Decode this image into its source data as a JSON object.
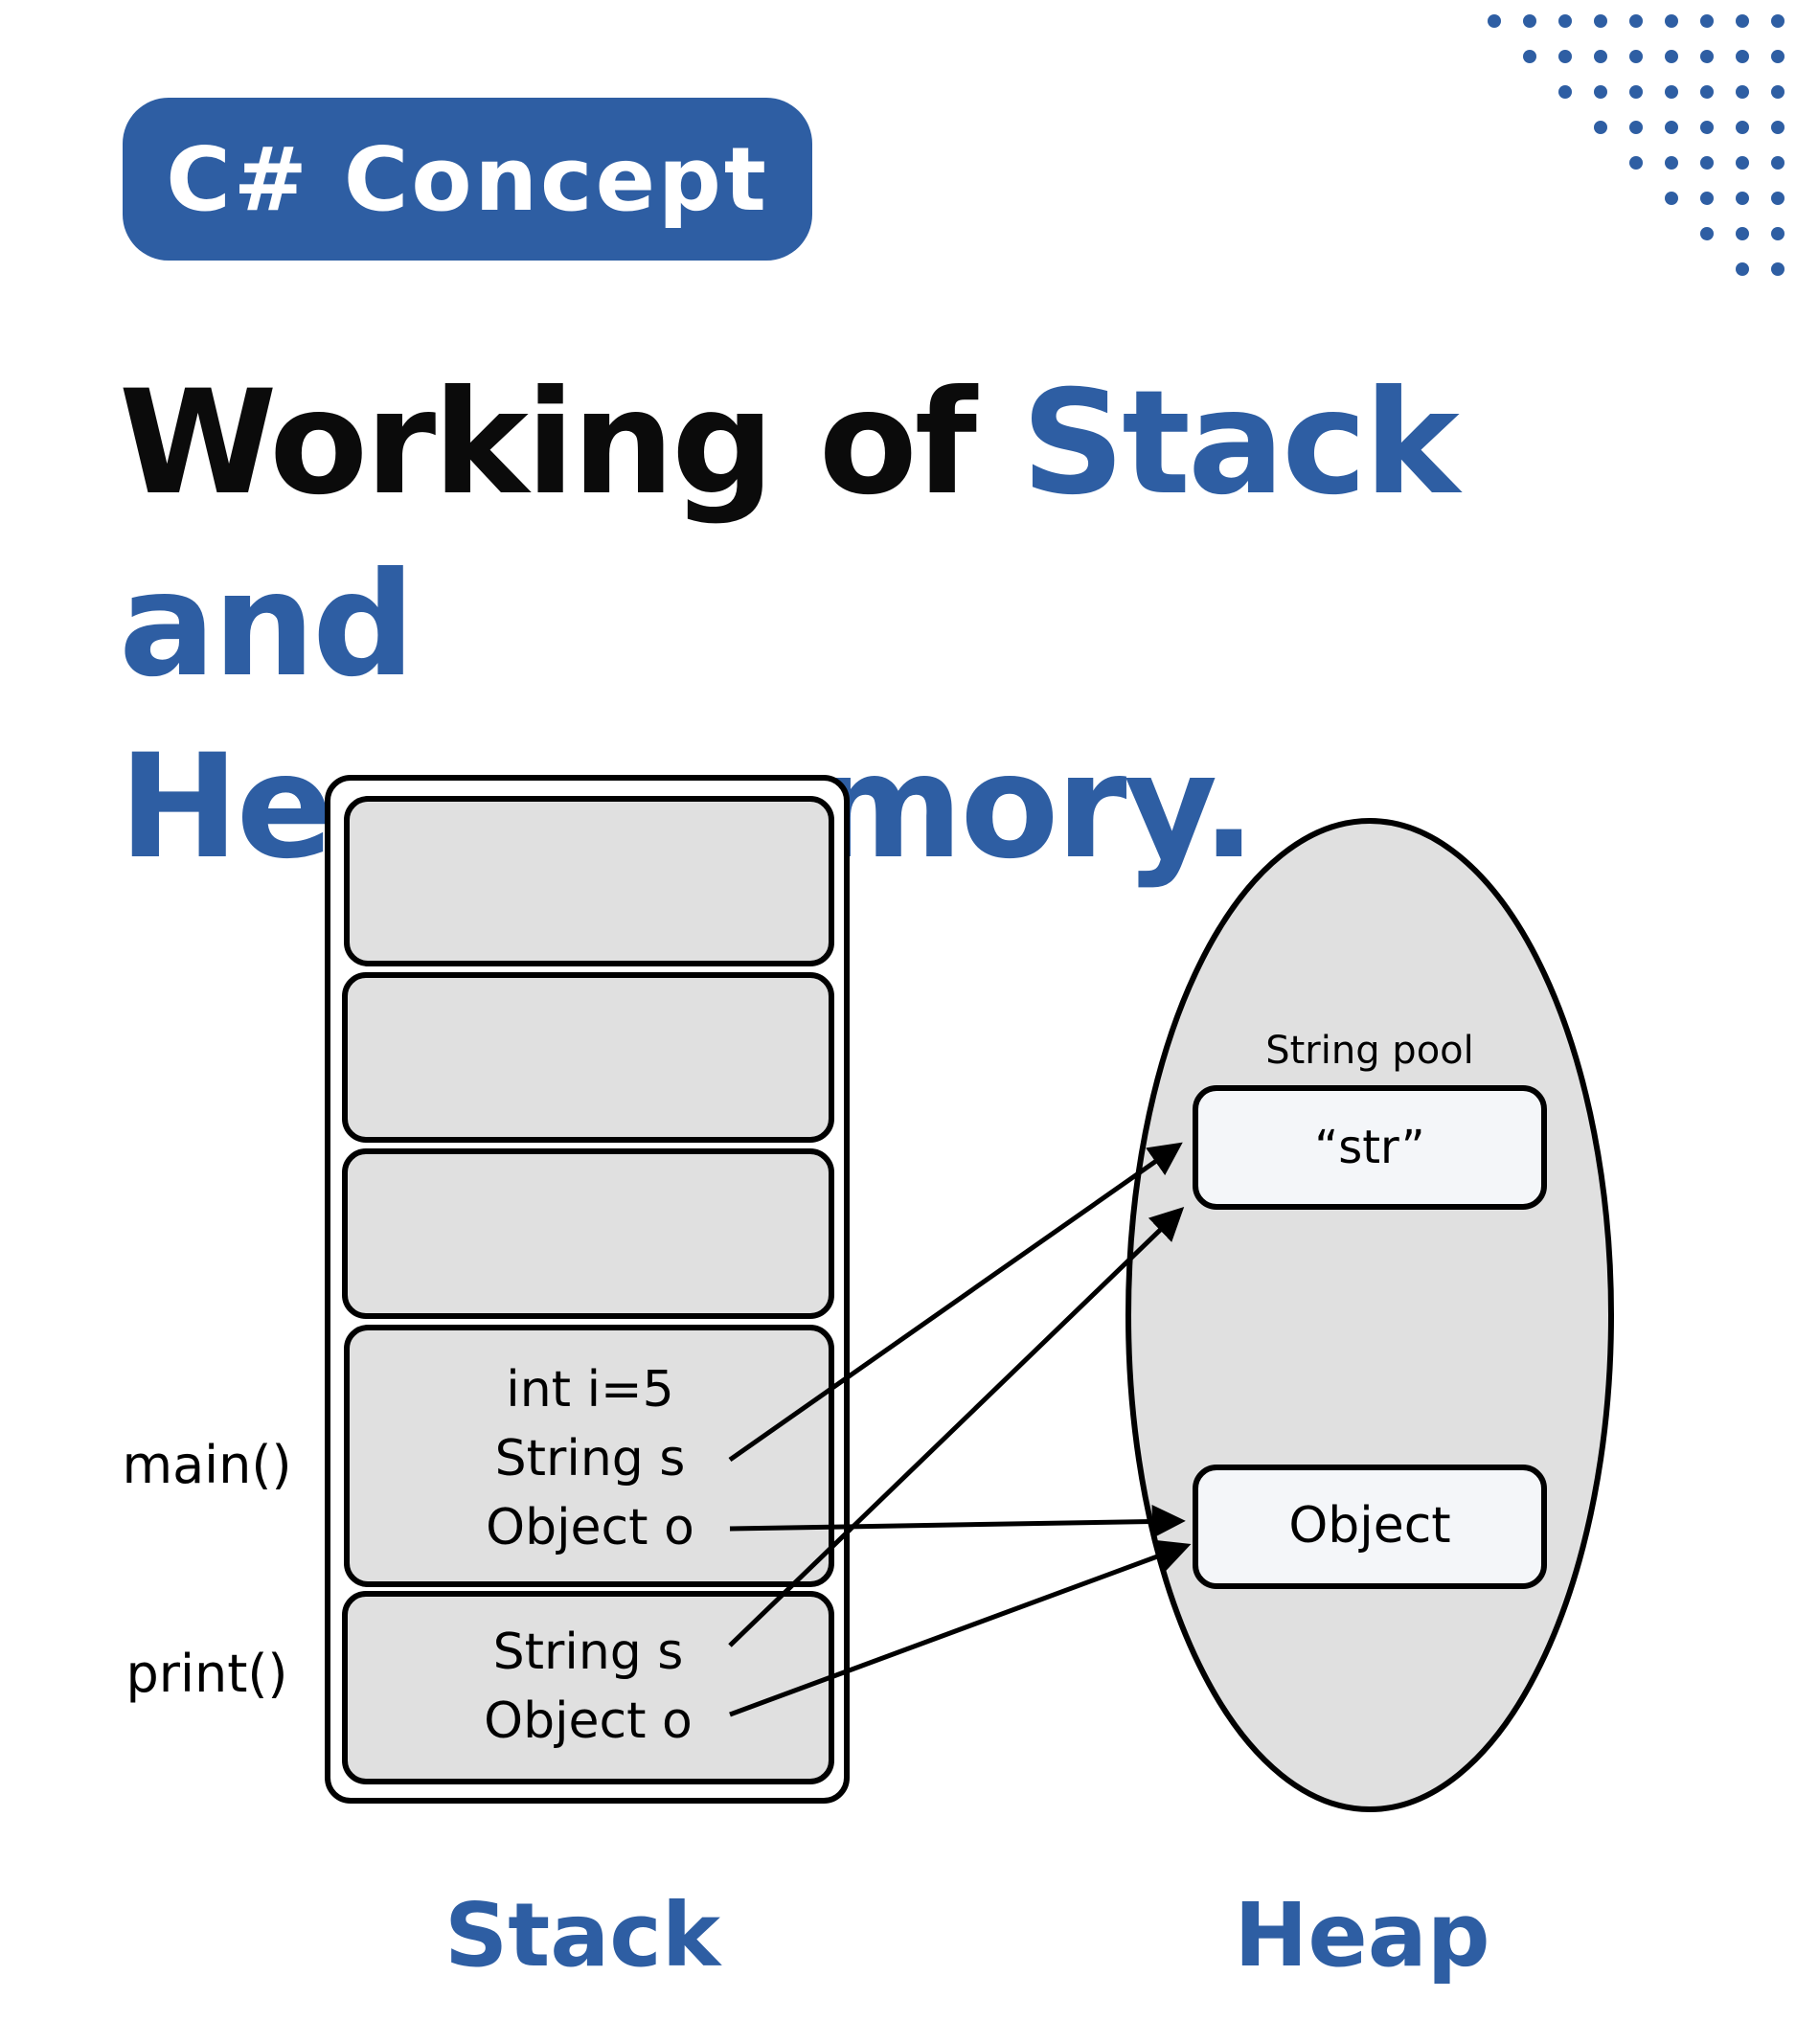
{
  "badge": {
    "label": "C# Concept"
  },
  "title": {
    "part1": "Working of ",
    "part2": "Stack and",
    "part3": "Heap memory."
  },
  "stack": {
    "label": "Stack",
    "frames": [
      {
        "name": "",
        "lines": []
      },
      {
        "name": "",
        "lines": []
      },
      {
        "name": "",
        "lines": []
      },
      {
        "name": "main()",
        "lines": [
          "int i=5",
          "String s",
          "Object o"
        ]
      },
      {
        "name": "print()",
        "lines": [
          "String s",
          "Object o"
        ]
      }
    ]
  },
  "heap": {
    "label": "Heap",
    "string_pool_label": "String pool",
    "string_value": "“str”",
    "object_label": "Object"
  },
  "colors": {
    "accent": "#2e5ea3",
    "frame_fill": "#e0e0e0",
    "heap_fill": "#e0e0e0",
    "heap_box_fill": "#f4f6f9",
    "ink": "#000000"
  },
  "decor": {
    "dot_pattern": "halftone-dot-grid"
  }
}
